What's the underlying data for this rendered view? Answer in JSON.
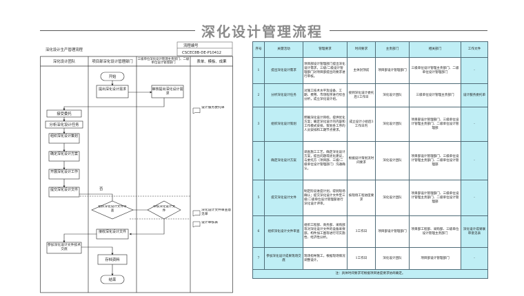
{
  "page_title": "深化设计管理流程",
  "flowchart": {
    "doc_title": "深化设计生产管理流程",
    "code_label": "流程编号",
    "code_value": "CSCEC8B-DE-P10412",
    "lanes": [
      "深化设计团队",
      "项目部深化设计管理部门",
      "三级单位深化设计管理主责部门、二级单位设计管理部门",
      "表单、模板、成果"
    ],
    "nodes": {
      "start": "开始",
      "submit_req": "提出深化设计需求",
      "review_req": "审核提出深化设计需求",
      "receive_task": "接受委托",
      "analyze_task": "分析深化设计任务",
      "plan": "组织深化设计策划",
      "confirm_plan": "确定深化设计方案",
      "develop": "开展深化设计工作",
      "submit_file": "提交深化设计文件",
      "review_file_1": "组织深化设计文件审查",
      "review_file_2": "审核深化设计文件",
      "issue_file": "接收深化设计文件",
      "field_support": "参加深化设计文件技术交底",
      "archive": "存档资料",
      "end": "结束"
    },
    "forms": [
      "设计服务委托单",
      "深化设计文件审查意见单",
      "设计审核表"
    ]
  },
  "table": {
    "headers": [
      "序号",
      "关键活动",
      "管理要求",
      "时间要求",
      "主责部门",
      "相关部门",
      "工作文件"
    ],
    "rows": [
      {
        "no": "1",
        "activity": "提出深化设计需求",
        "requirement": "项目部设计管理部门提出深化设计需求，三级/二级设计管理部门对项目部提出的要求进行审核。",
        "time": "主体封顶前",
        "lead": "项目部设计管理部门",
        "related": "三级单位设计管理主责部门、二级单位设计管理部门",
        "doc": "-"
      },
      {
        "no": "2",
        "activity": "分析深化设计任务",
        "requirement": "对施工技术水平及设备、工期、费用、市场程序进行综合分析，成立深化设计组。",
        "time": "接到深化设计委托后1工作日",
        "lead": "深化设计团队",
        "related": "三级单位设计管理主责部门",
        "doc": "设计服务委托单"
      },
      {
        "no": "3",
        "activity": "组织深化设计策划",
        "requirement": "明确深化设计目标，提供优化方案；确定深化设计的内容和工作模式安排，策划各工序的人员安排和工期节点要求。",
        "time": "成立设计小组后3工作日内",
        "lead": "深化设计团队",
        "related": "项目部设计管理部门、三级单位设计管理主责部门、二级单位设计管理部",
        "doc": "-"
      },
      {
        "no": "4",
        "activity": "确定深化设计方案",
        "requirement": "调查施工工艺，确定深化设计方案，提出问题或优化建议，与委托方（项目部、三级/二级单位设计管理部门）沟通确认。",
        "time": "根据设计策划流时间要求",
        "lead": "深化设计团队",
        "related": "项目部设计管理部门、三级单位设计管理主责部门、二级单位设计管理部",
        "doc": "-"
      },
      {
        "no": "5",
        "activity": "提交深化设计文件",
        "requirement": "制定阶段进度计划，得到现场确认；提交深化设计文件至三级/二级单位设计管理部进行深化设计评审。",
        "time": "按现场工程进度要求",
        "lead": "深化设计团队",
        "related": "项目部设计管理部门、三级单位设计管理主责部门、二级单位设计管理部",
        "doc": "-"
      },
      {
        "no": "6",
        "activity": "组织深化设计文件审查",
        "requirement": "组织工程部、商务部、采购部等对深化设计文件的设备采保部，构件加工图等进行可实施性、经济性分析。",
        "time": "3工作日",
        "lead": "项目部设计管理部门",
        "related": "项目部工程部、采购部、三级单位设计管理主责部门",
        "doc": "深化设计成果联审意见表"
      },
      {
        "no": "7",
        "activity": "参加深化设计成果现场交底",
        "requirement": "现场指导施工，根据现场情况调整设计。",
        "time": "1工作日",
        "lead": "深化设计团队",
        "related": "项目部设计管理部门",
        "doc": "-"
      }
    ],
    "note": "注：具体时间要求可根据项目进度要求协商确定。"
  }
}
